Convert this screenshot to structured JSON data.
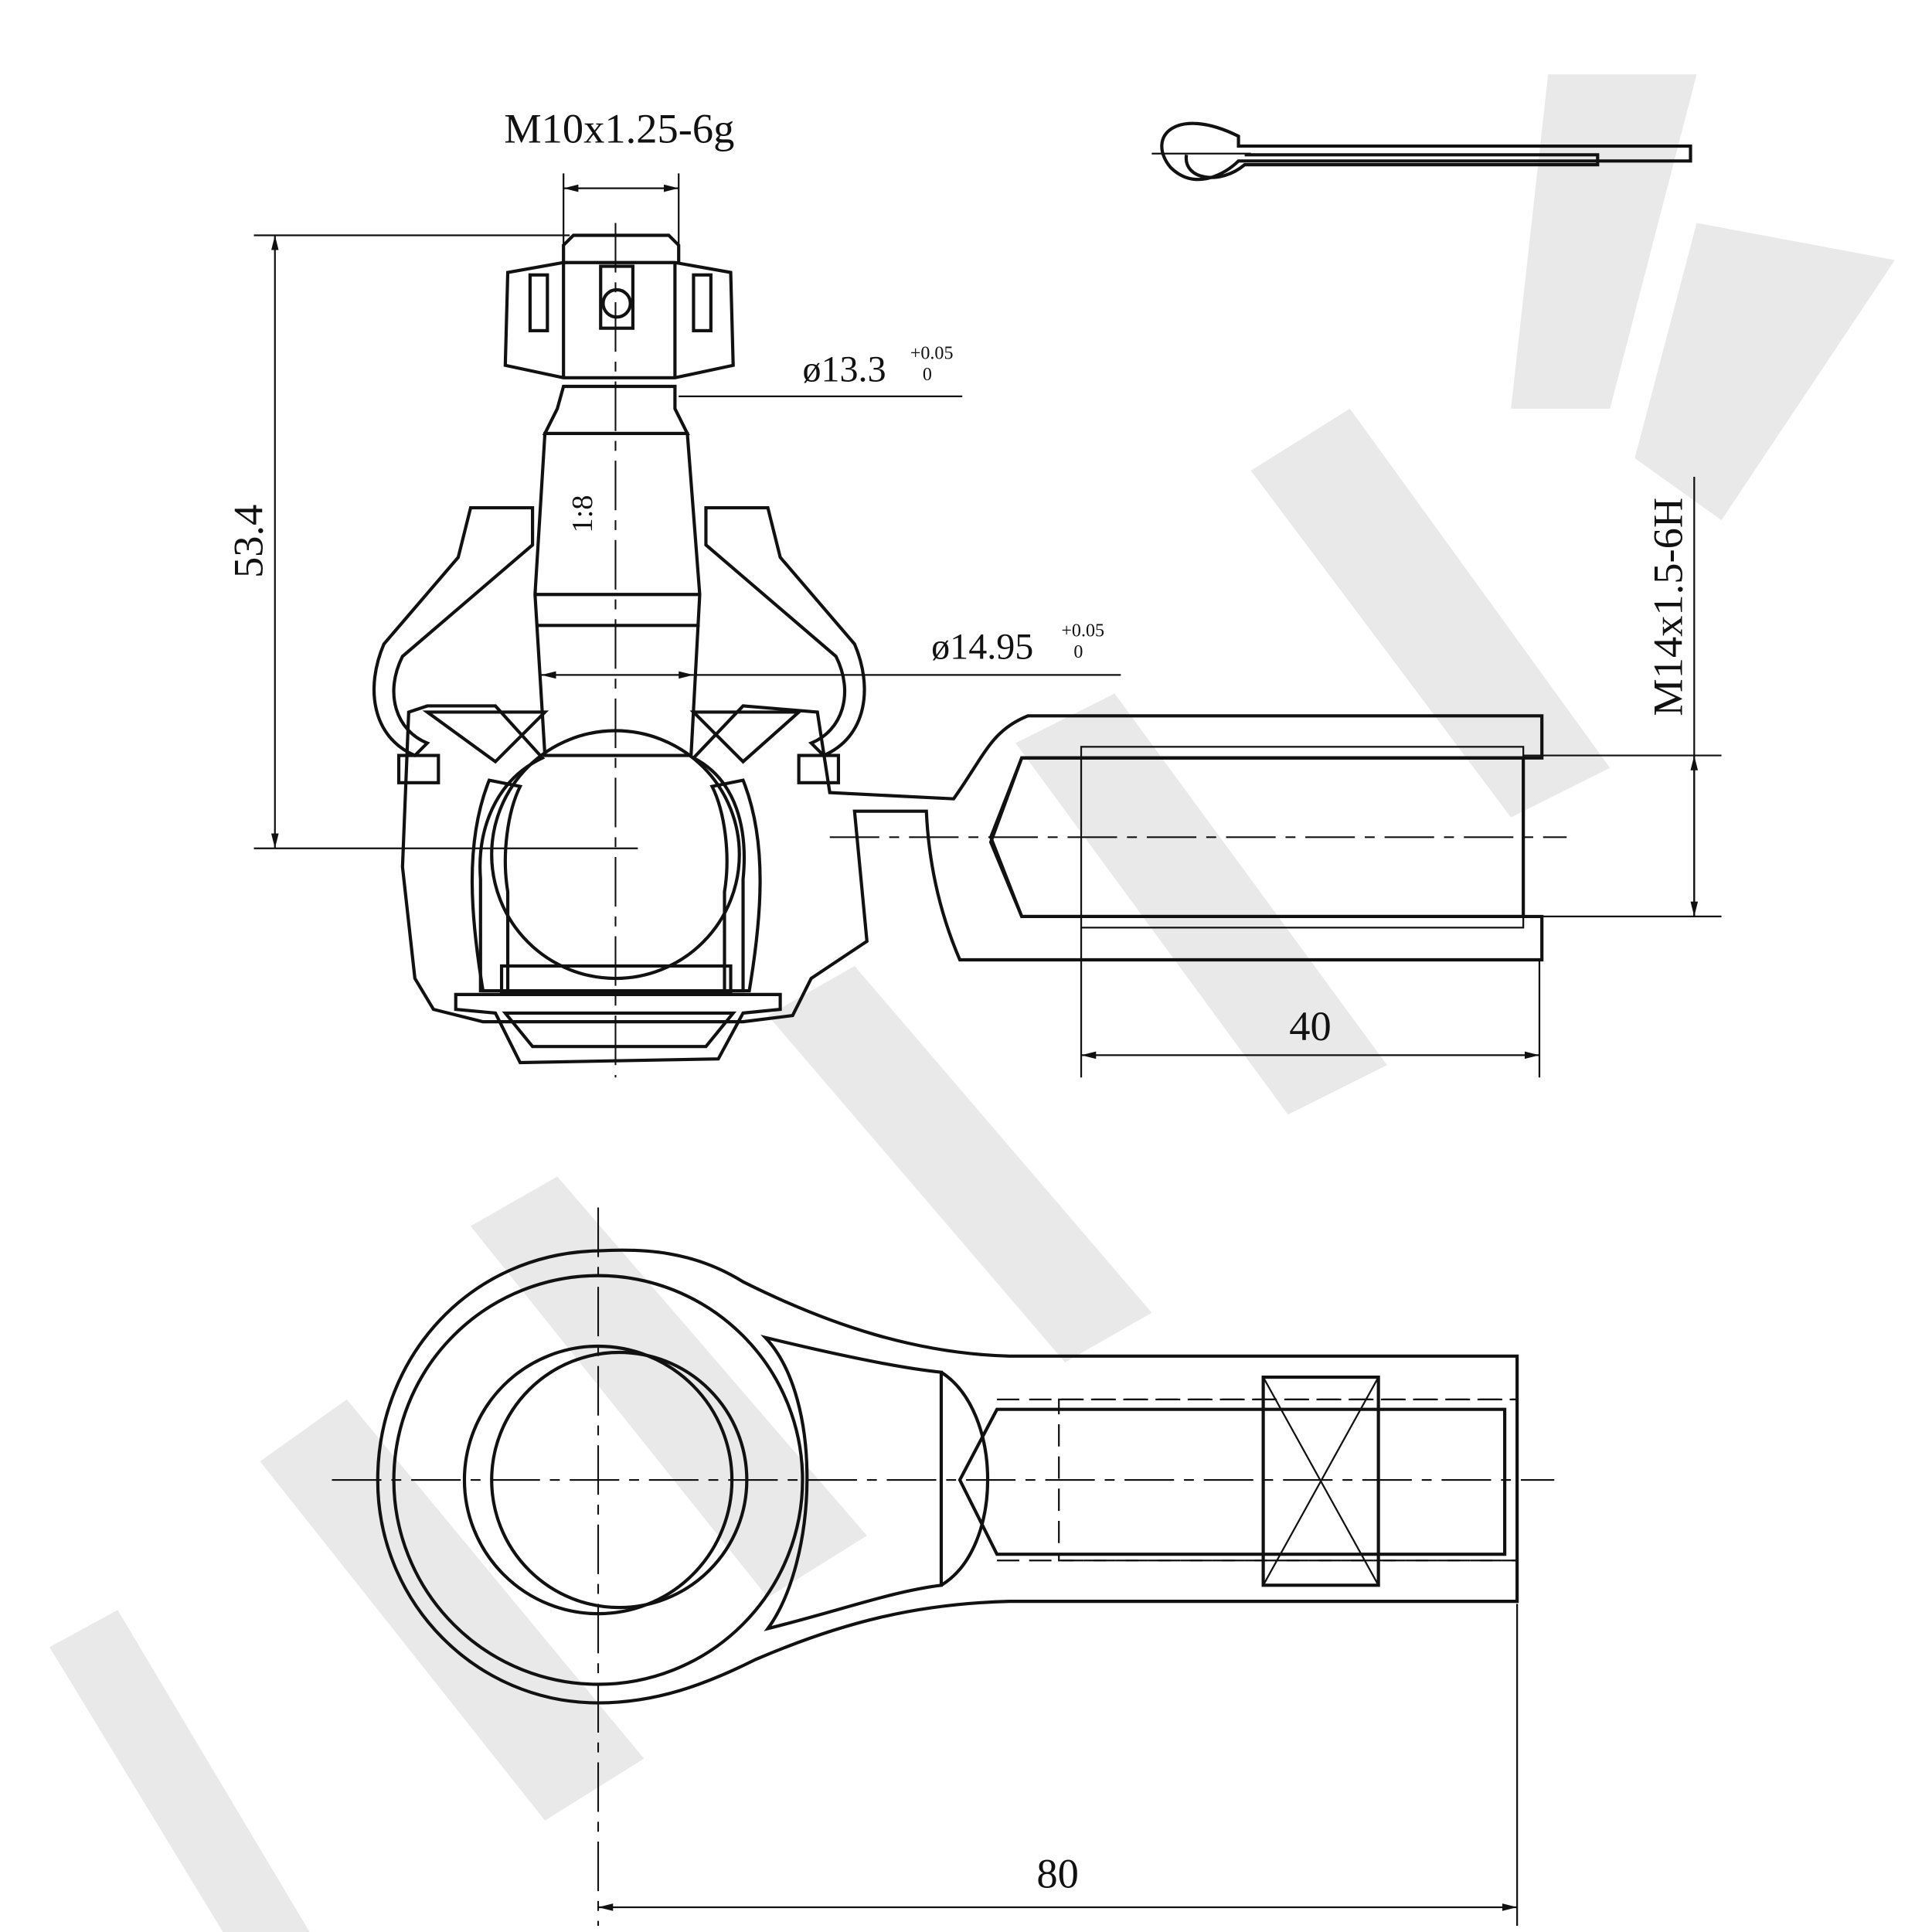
{
  "drawing": {
    "title": "Tie rod end",
    "dimensions": {
      "stud_thread": "M10x1.25-6g",
      "height": "53.4",
      "taper_diameter": "ø13.3",
      "taper_tolerance_upper": "+0.05",
      "taper_tolerance_lower": "0",
      "ball_diameter": "ø14.95",
      "ball_tolerance_upper": "+0.05",
      "ball_tolerance_lower": "0",
      "taper_ratio": "1:8",
      "inner_thread": "M14x1.5-6H",
      "thread_depth": "40",
      "overall_length": "80"
    },
    "colors": {
      "line": "#111111",
      "watermark": "#e9e9e9"
    }
  }
}
